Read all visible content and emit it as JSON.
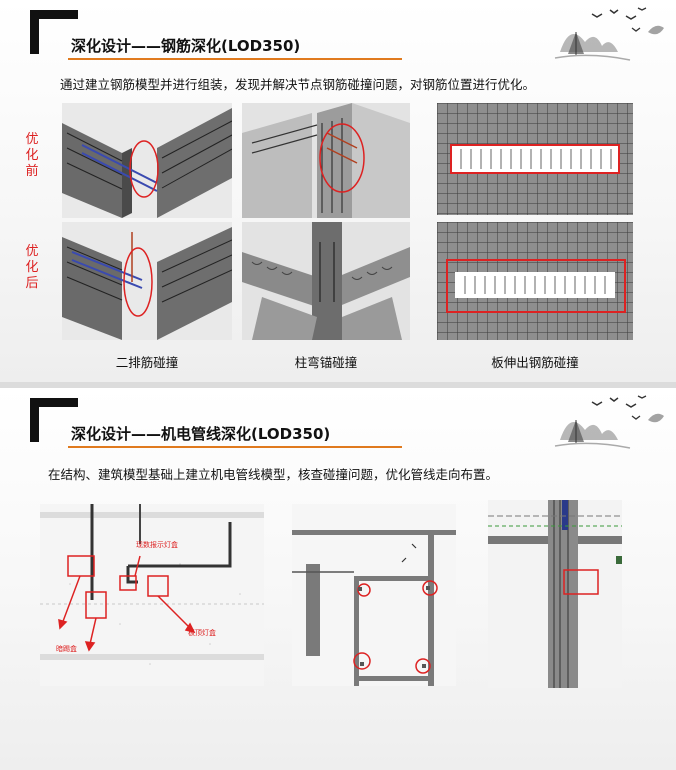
{
  "section1": {
    "title": "深化设计——钢筋深化(LOD350)",
    "description": "通过建立钢筋模型并进行组装，发现并解决节点钢筋碰撞问题，对钢筋位置进行优化。",
    "row_before": "优化前",
    "row_after": "优化后",
    "captions": [
      "二排筋碰撞",
      "柱弯锚碰撞",
      "板伸出钢筋碰撞"
    ]
  },
  "section2": {
    "title": "深化设计——机电管线深化(LOD350)",
    "description": "在结构、建筑模型基础上建立机电管线模型，核查碰撞问题，优化管线走向布置。",
    "annotations": [
      "现数报示灯盒",
      "板顶灯盒",
      "暗踢盒"
    ]
  },
  "colors": {
    "accent_orange": "#e07a1e",
    "highlight_red": "#d22222",
    "bracket": "#111111"
  }
}
